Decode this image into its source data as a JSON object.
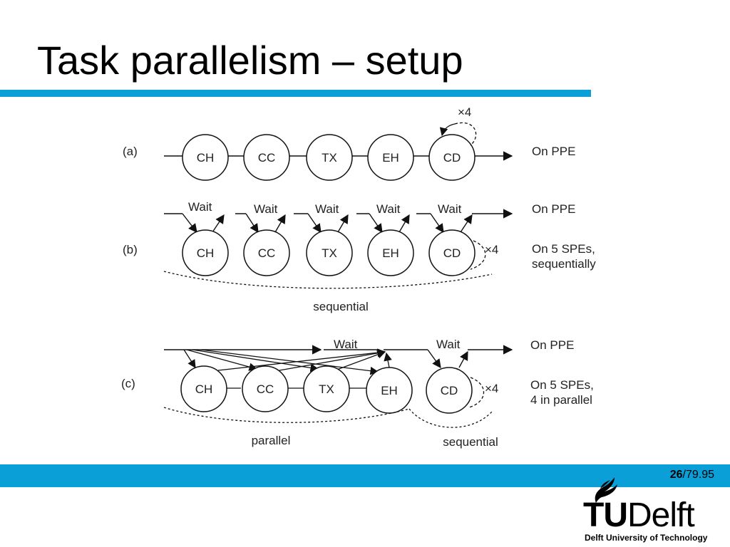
{
  "title": "Task parallelism – setup",
  "accent_color": "#0b9fd8",
  "diagram": {
    "part_a": {
      "label": "(a)",
      "nodes": [
        "CH",
        "CC",
        "TX",
        "EH",
        "CD"
      ],
      "repeat": "×4",
      "location": "On PPE"
    },
    "part_b": {
      "label": "(b)",
      "nodes": [
        "CH",
        "CC",
        "TX",
        "EH",
        "CD"
      ],
      "wait_labels": [
        "Wait",
        "Wait",
        "Wait",
        "Wait",
        "Wait"
      ],
      "repeat": "×4",
      "location_ppe": "On PPE",
      "location_spe_line1": "On 5 SPEs,",
      "location_spe_line2": "sequentially",
      "group_label": "sequential"
    },
    "part_c": {
      "label": "(c)",
      "nodes": [
        "CH",
        "CC",
        "TX",
        "EH",
        "CD"
      ],
      "wait_labels": [
        "Wait",
        "Wait"
      ],
      "repeat": "×4",
      "location_ppe": "On PPE",
      "location_spe_line1": "On 5 SPEs,",
      "location_spe_line2": "4 in parallel",
      "group_label_parallel": "parallel",
      "group_label_sequential": "sequential"
    }
  },
  "footer": {
    "page_current": "26",
    "page_rest": "/79.95"
  },
  "logo": {
    "tu": "TU",
    "delft": "Delft",
    "subtitle": "Delft University of Technology"
  }
}
